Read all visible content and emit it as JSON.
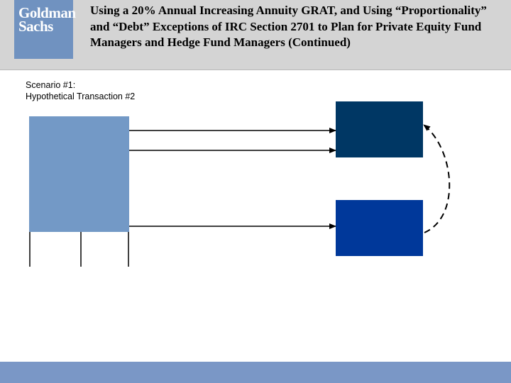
{
  "header": {
    "logo": {
      "line1": "Goldman",
      "line2": "Sachs"
    },
    "title": "Using a 20% Annual Increasing Annuity GRAT, and Using “Proportionality” and “Debt” Exceptions of IRC Section 2701 to Plan for Private Equity Fund Managers and Hedge Fund Managers (Continued)"
  },
  "scenario": {
    "line1": "Scenario #1:",
    "line2": "Hypothetical Transaction #2"
  },
  "colors": {
    "header_bg": "#d4d4d4",
    "logo_bg": "#7092c0",
    "source_box": "#7399c6",
    "top_target_box": "#003764",
    "bottom_target_box": "#00389a",
    "footer_bar": "#7a97c6"
  }
}
